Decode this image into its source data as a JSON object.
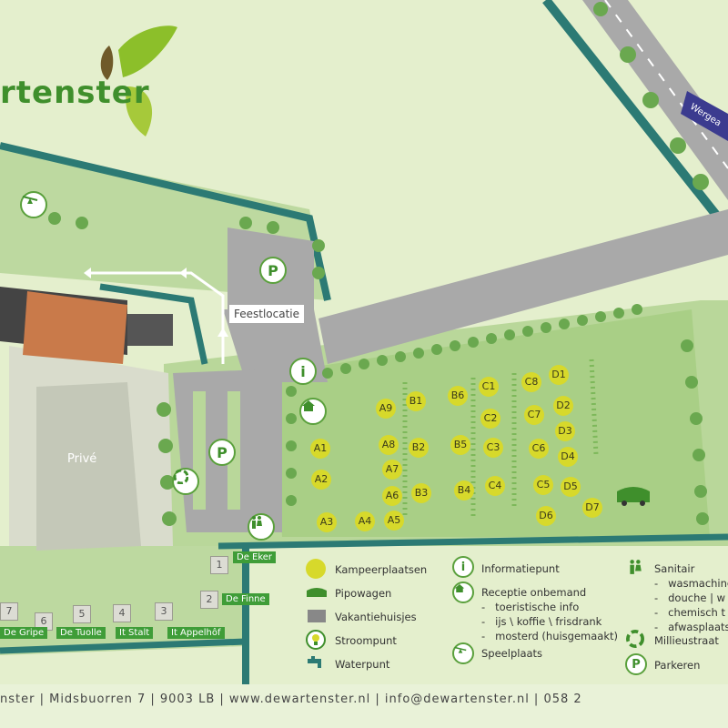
{
  "logo": {
    "text": "rtenster"
  },
  "road": {
    "name": "Wergea"
  },
  "areas": {
    "feestlocatie": "Feestlocatie",
    "prive": "Privé"
  },
  "parking_symbol": "P",
  "info_symbol": "i",
  "pitches": {
    "A": [
      "A1",
      "A2",
      "A3",
      "A4",
      "A5",
      "A6",
      "A7",
      "A8",
      "A9"
    ],
    "B": [
      "B1",
      "B2",
      "B3",
      "B4",
      "B5",
      "B6"
    ],
    "C": [
      "C1",
      "C2",
      "C3",
      "C4",
      "C5",
      "C6",
      "C7",
      "C8"
    ],
    "D": [
      "D1",
      "D2",
      "D3",
      "D4",
      "D5",
      "D6",
      "D7"
    ]
  },
  "houses": {
    "numbers": [
      "7",
      "6",
      "5",
      "4",
      "3",
      "2",
      "1"
    ],
    "names": [
      "De Gripe",
      "De Tuolle",
      "It Stalt",
      "It Appelhôf",
      "De Finne",
      "De Eker"
    ]
  },
  "legend": {
    "kampeerplaatsen": "Kampeerplaatsen",
    "pipowagen": "Pipowagen",
    "vakantiehuisjes": "Vakantiehuisjes",
    "stroompunt": "Stroompunt",
    "waterpunt": "Waterpunt",
    "informatiepunt": "Informatiepunt",
    "receptie": "Receptie onbemand",
    "receptie_items": [
      "toeristische info",
      "ijs \\ koffie \\ frisdrank",
      "mosterd (huisgemaakt)"
    ],
    "speelplaats": "Speelplaats",
    "sanitair": "Sanitair",
    "sanitair_items": [
      "wasmachine",
      "douche | w",
      "chemisch t",
      "afwasplaats"
    ],
    "milieustraat": "Millieustraat",
    "parkeren": "Parkeren"
  },
  "footer": "nster | Midsbuorren 7 | 9003 LB | www.dewartenster.nl | info@dewartenster.nl | 058 2"
}
